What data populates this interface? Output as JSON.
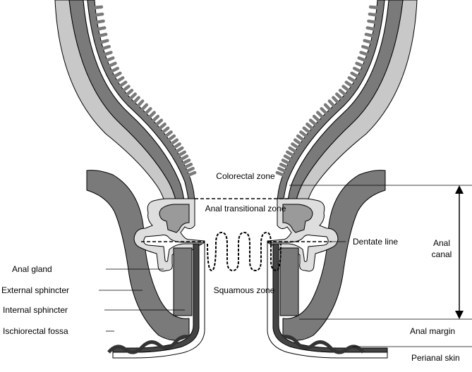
{
  "labels": {
    "colorectal_zone": "Colorectal zone",
    "anal_transitional_zone": "Anal transitional zone",
    "dentate_line": "Dentate line",
    "anal_canal_line1": "Anal",
    "anal_canal_line2": "canal",
    "anal_gland": "Anal gland",
    "external_sphincter": "External sphincter",
    "squamous_zone": "Squamous zone",
    "internal_sphincter": "Internal sphincter",
    "ischiorectal_fossa": "Ischiorectal fossa",
    "anal_margin": "Anal margin",
    "perianal_skin": "Perianal skin"
  },
  "colors": {
    "dark_tissue": "#7a7a7a",
    "mid_tissue": "#9a9a9a",
    "light_tissue": "#c8c8c8",
    "lightest_tissue": "#dedede",
    "outline": "#000000",
    "background": "#ffffff"
  }
}
